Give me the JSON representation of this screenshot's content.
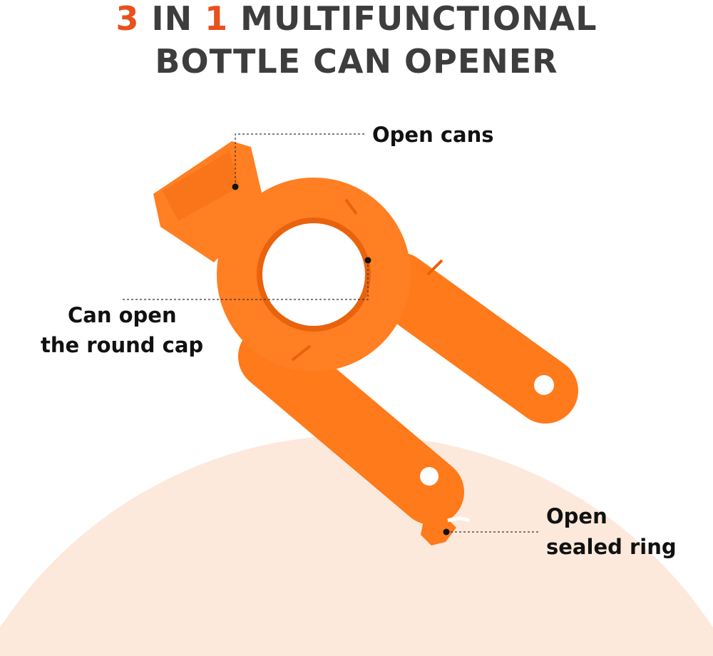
{
  "title": {
    "line1_num1": "3",
    "line1_mid": " IN ",
    "line1_num2": "1",
    "line1_rest": " MULTIFUNCTIONAL",
    "line2": "BOTTLE CAN OPENER"
  },
  "callouts": {
    "open_cans": "Open cans",
    "round_cap_line1": "Can open",
    "round_cap_line2": "the round cap",
    "sealed_ring_line1": "Open",
    "sealed_ring_line2": "sealed ring"
  },
  "colors": {
    "accent": "#e8501e",
    "title_text": "#3d3d3d",
    "product": "#ff7a1a",
    "backdrop": "#fde9dc"
  }
}
